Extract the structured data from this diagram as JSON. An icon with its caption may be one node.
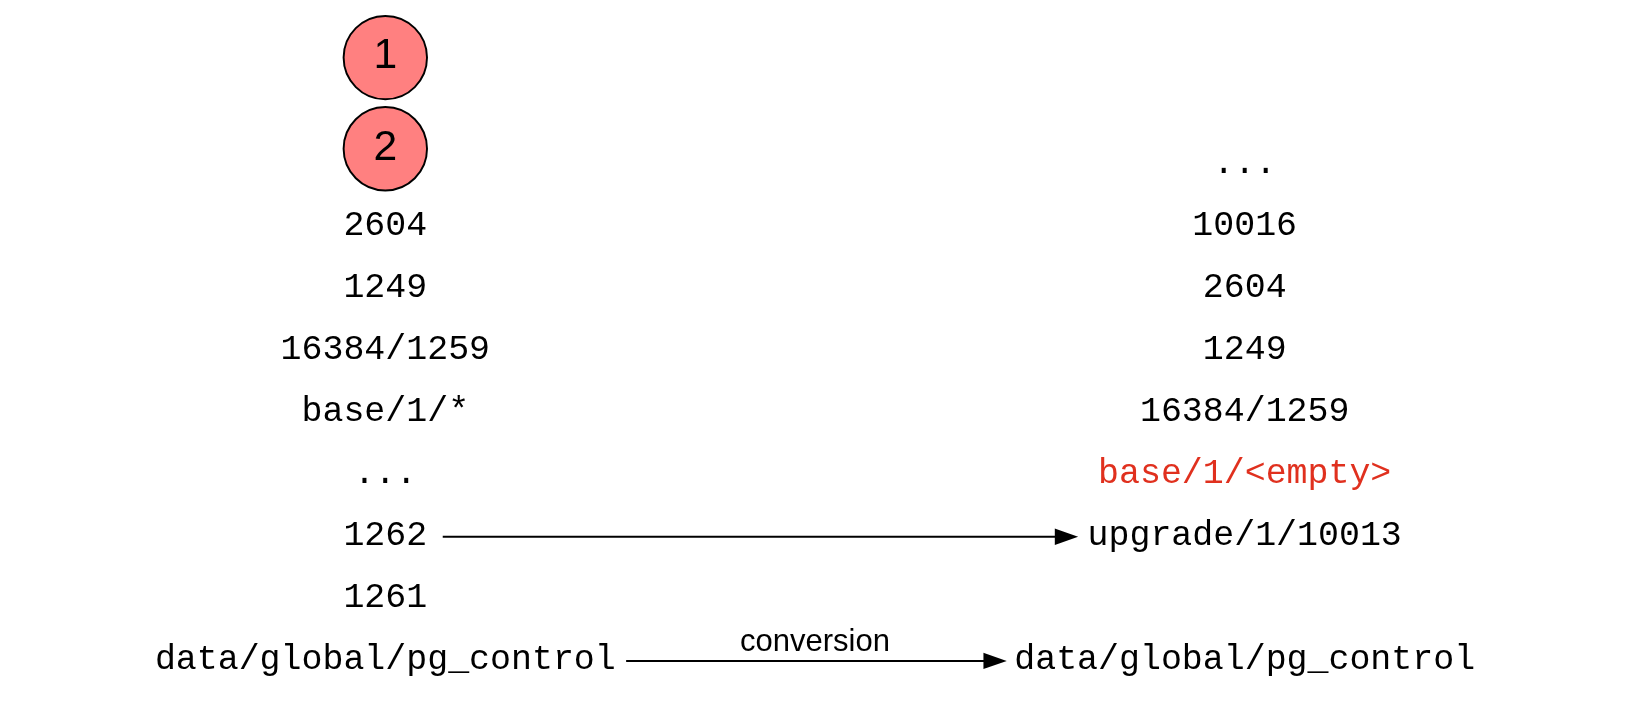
{
  "diagram": {
    "nodes": [
      {
        "text": [
          "data/global/pg_control"
        ]
      },
      {
        "text": [
          "1261"
        ]
      },
      {
        "text": [
          "1262"
        ]
      },
      {
        "text": [
          "..."
        ]
      },
      {
        "text": [
          "base/1/*"
        ]
      },
      {
        "text": [
          "16384/1259"
        ]
      },
      {
        "text": [
          "1249"
        ]
      },
      {
        "text": [
          "2604"
        ]
      },
      {
        "text": [
          "2"
        ]
      },
      {
        "text": [
          "1"
        ]
      },
      {
        "text": [
          "data/global/pg_control"
        ]
      },
      {
        "text": [
          "base/1/<empty>"
        ]
      },
      {
        "text": [
          "16384/1259"
        ]
      },
      {
        "text": [
          "1249"
        ]
      },
      {
        "text": [
          "2604"
        ]
      },
      {
        "text": [
          "upgrade/1/10013"
        ]
      },
      {
        "text": [
          "10016"
        ]
      },
      {
        "text": [
          "..."
        ]
      }
    ],
    "edges": [
      {
        "from": 0,
        "to": 10,
        "arrow": "to",
        "label": "conversion"
      },
      {
        "from": 2,
        "to": 15,
        "arrow": "to"
      }
    ]
  }
}
